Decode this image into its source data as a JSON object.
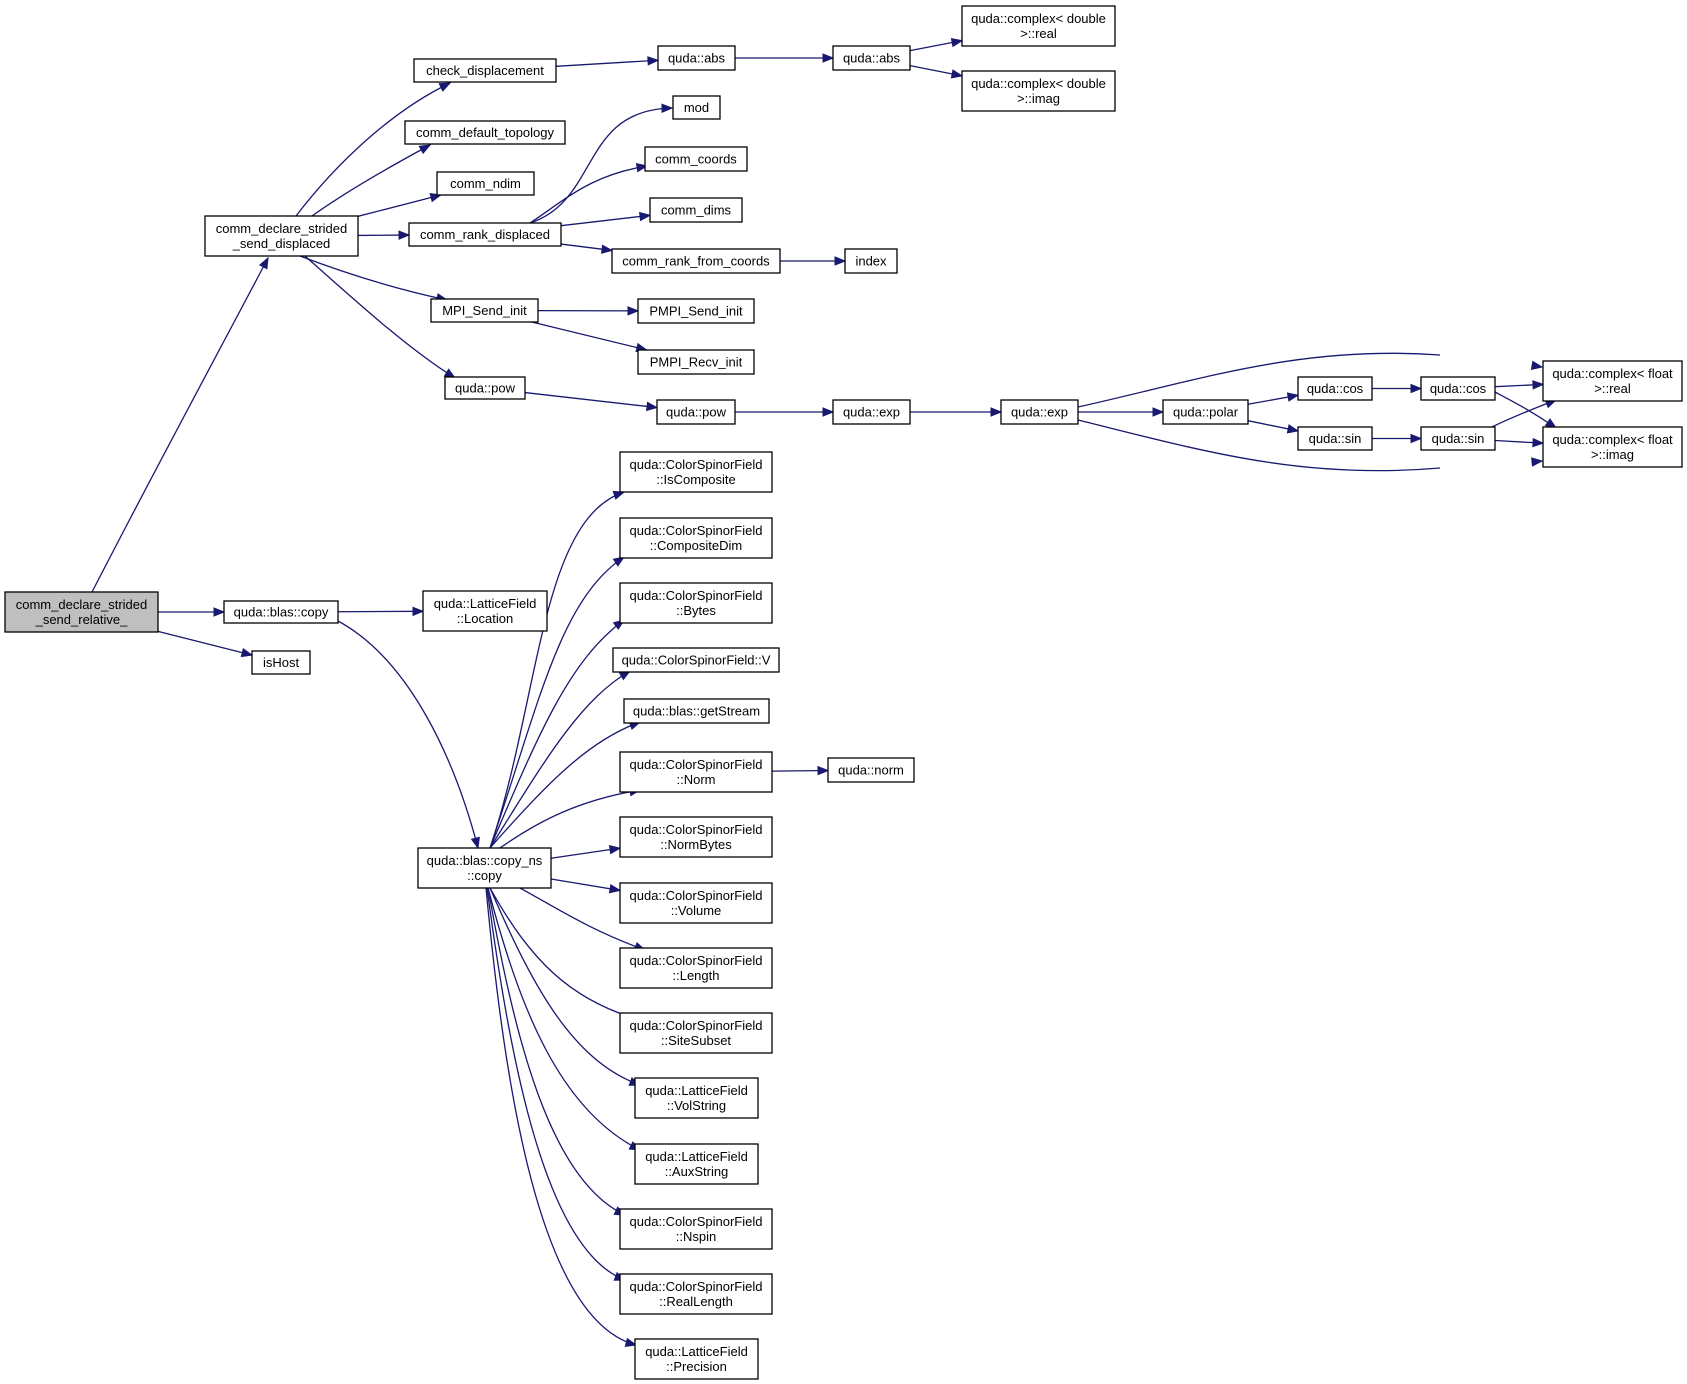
{
  "colors": {
    "edge": "#191970",
    "node_border": "#000000",
    "node_fill": "#ffffff",
    "root_fill": "#bfbfbf",
    "background": "#ffffff"
  },
  "nodes": [
    {
      "id": "root",
      "lines": [
        "comm_declare_strided",
        "_send_relative_"
      ],
      "root": true
    },
    {
      "id": "cdssd",
      "lines": [
        "comm_declare_strided",
        "_send_displaced"
      ]
    },
    {
      "id": "blas_copy",
      "lines": [
        "quda::blas::copy"
      ]
    },
    {
      "id": "isHost",
      "lines": [
        "isHost"
      ]
    },
    {
      "id": "check_disp",
      "lines": [
        "check_displacement"
      ]
    },
    {
      "id": "cdt",
      "lines": [
        "comm_default_topology"
      ]
    },
    {
      "id": "ndim",
      "lines": [
        "comm_ndim"
      ]
    },
    {
      "id": "crd",
      "lines": [
        "comm_rank_displaced"
      ]
    },
    {
      "id": "mpi_send",
      "lines": [
        "MPI_Send_init"
      ]
    },
    {
      "id": "pow1",
      "lines": [
        "quda::pow"
      ]
    },
    {
      "id": "abs1",
      "lines": [
        "quda::abs"
      ]
    },
    {
      "id": "abs2",
      "lines": [
        "quda::abs"
      ]
    },
    {
      "id": "cd_real",
      "lines": [
        "quda::complex< double",
        ">::real"
      ]
    },
    {
      "id": "cd_imag",
      "lines": [
        "quda::complex< double",
        ">::imag"
      ]
    },
    {
      "id": "mod",
      "lines": [
        "mod"
      ]
    },
    {
      "id": "coords",
      "lines": [
        "comm_coords"
      ]
    },
    {
      "id": "dims",
      "lines": [
        "comm_dims"
      ]
    },
    {
      "id": "crfc",
      "lines": [
        "comm_rank_from_coords"
      ]
    },
    {
      "id": "index",
      "lines": [
        "index"
      ]
    },
    {
      "id": "pmpi_send",
      "lines": [
        "PMPI_Send_init"
      ]
    },
    {
      "id": "pmpi_recv",
      "lines": [
        "PMPI_Recv_init"
      ]
    },
    {
      "id": "pow2",
      "lines": [
        "quda::pow"
      ]
    },
    {
      "id": "exp1",
      "lines": [
        "quda::exp"
      ]
    },
    {
      "id": "exp2",
      "lines": [
        "quda::exp"
      ]
    },
    {
      "id": "polar",
      "lines": [
        "quda::polar"
      ]
    },
    {
      "id": "cos1",
      "lines": [
        "quda::cos"
      ]
    },
    {
      "id": "cos2",
      "lines": [
        "quda::cos"
      ]
    },
    {
      "id": "sin1",
      "lines": [
        "quda::sin"
      ]
    },
    {
      "id": "sin2",
      "lines": [
        "quda::sin"
      ]
    },
    {
      "id": "cf_real",
      "lines": [
        "quda::complex< float",
        ">::real"
      ]
    },
    {
      "id": "cf_imag",
      "lines": [
        "quda::complex< float",
        ">::imag"
      ]
    },
    {
      "id": "lf_loc",
      "lines": [
        "quda::LatticeField",
        "::Location"
      ]
    },
    {
      "id": "copy_ns",
      "lines": [
        "quda::blas::copy_ns",
        "::copy"
      ]
    },
    {
      "id": "iscomp",
      "lines": [
        "quda::ColorSpinorField",
        "::IsComposite"
      ]
    },
    {
      "id": "compdim",
      "lines": [
        "quda::ColorSpinorField",
        "::CompositeDim"
      ]
    },
    {
      "id": "bytes",
      "lines": [
        "quda::ColorSpinorField",
        "::Bytes"
      ]
    },
    {
      "id": "csfv",
      "lines": [
        "quda::ColorSpinorField::V"
      ]
    },
    {
      "id": "getstream",
      "lines": [
        "quda::blas::getStream"
      ]
    },
    {
      "id": "norm_f",
      "lines": [
        "quda::ColorSpinorField",
        "::Norm"
      ]
    },
    {
      "id": "qnorm",
      "lines": [
        "quda::norm"
      ]
    },
    {
      "id": "normbytes",
      "lines": [
        "quda::ColorSpinorField",
        "::NormBytes"
      ]
    },
    {
      "id": "volume",
      "lines": [
        "quda::ColorSpinorField",
        "::Volume"
      ]
    },
    {
      "id": "length",
      "lines": [
        "quda::ColorSpinorField",
        "::Length"
      ]
    },
    {
      "id": "sitesub",
      "lines": [
        "quda::ColorSpinorField",
        "::SiteSubset"
      ]
    },
    {
      "id": "volstr",
      "lines": [
        "quda::LatticeField",
        "::VolString"
      ]
    },
    {
      "id": "auxstr",
      "lines": [
        "quda::LatticeField",
        "::AuxString"
      ]
    },
    {
      "id": "nspin",
      "lines": [
        "quda::ColorSpinorField",
        "::Nspin"
      ]
    },
    {
      "id": "reallen",
      "lines": [
        "quda::ColorSpinorField",
        "::RealLength"
      ]
    },
    {
      "id": "precision",
      "lines": [
        "quda::LatticeField",
        "::Precision"
      ]
    }
  ],
  "edges": [
    [
      "root",
      "cdssd"
    ],
    [
      "root",
      "blas_copy"
    ],
    [
      "root",
      "isHost"
    ],
    [
      "cdssd",
      "check_disp"
    ],
    [
      "cdssd",
      "cdt"
    ],
    [
      "cdssd",
      "ndim"
    ],
    [
      "cdssd",
      "crd"
    ],
    [
      "cdssd",
      "mpi_send"
    ],
    [
      "cdssd",
      "pow1"
    ],
    [
      "check_disp",
      "abs1"
    ],
    [
      "abs1",
      "abs2"
    ],
    [
      "abs2",
      "cd_real"
    ],
    [
      "abs2",
      "cd_imag"
    ],
    [
      "crd",
      "mod"
    ],
    [
      "crd",
      "coords"
    ],
    [
      "crd",
      "dims"
    ],
    [
      "crd",
      "crfc"
    ],
    [
      "crfc",
      "index"
    ],
    [
      "mpi_send",
      "pmpi_send"
    ],
    [
      "mpi_send",
      "pmpi_recv"
    ],
    [
      "pow1",
      "pow2"
    ],
    [
      "pow2",
      "exp1"
    ],
    [
      "exp1",
      "exp2"
    ],
    [
      "exp2",
      "cf_real"
    ],
    [
      "exp2",
      "polar"
    ],
    [
      "exp2",
      "cf_imag"
    ],
    [
      "polar",
      "cos1"
    ],
    [
      "polar",
      "sin1"
    ],
    [
      "cos1",
      "cos2"
    ],
    [
      "sin1",
      "sin2"
    ],
    [
      "cos2",
      "cf_real"
    ],
    [
      "cos2",
      "cf_imag"
    ],
    [
      "sin2",
      "cf_real"
    ],
    [
      "sin2",
      "cf_imag"
    ],
    [
      "blas_copy",
      "lf_loc"
    ],
    [
      "blas_copy",
      "copy_ns"
    ],
    [
      "copy_ns",
      "iscomp"
    ],
    [
      "copy_ns",
      "compdim"
    ],
    [
      "copy_ns",
      "bytes"
    ],
    [
      "copy_ns",
      "csfv"
    ],
    [
      "copy_ns",
      "getstream"
    ],
    [
      "copy_ns",
      "norm_f"
    ],
    [
      "norm_f",
      "qnorm"
    ],
    [
      "copy_ns",
      "normbytes"
    ],
    [
      "copy_ns",
      "volume"
    ],
    [
      "copy_ns",
      "length"
    ],
    [
      "copy_ns",
      "sitesub"
    ],
    [
      "copy_ns",
      "volstr"
    ],
    [
      "copy_ns",
      "auxstr"
    ],
    [
      "copy_ns",
      "nspin"
    ],
    [
      "copy_ns",
      "reallen"
    ],
    [
      "copy_ns",
      "precision"
    ]
  ]
}
